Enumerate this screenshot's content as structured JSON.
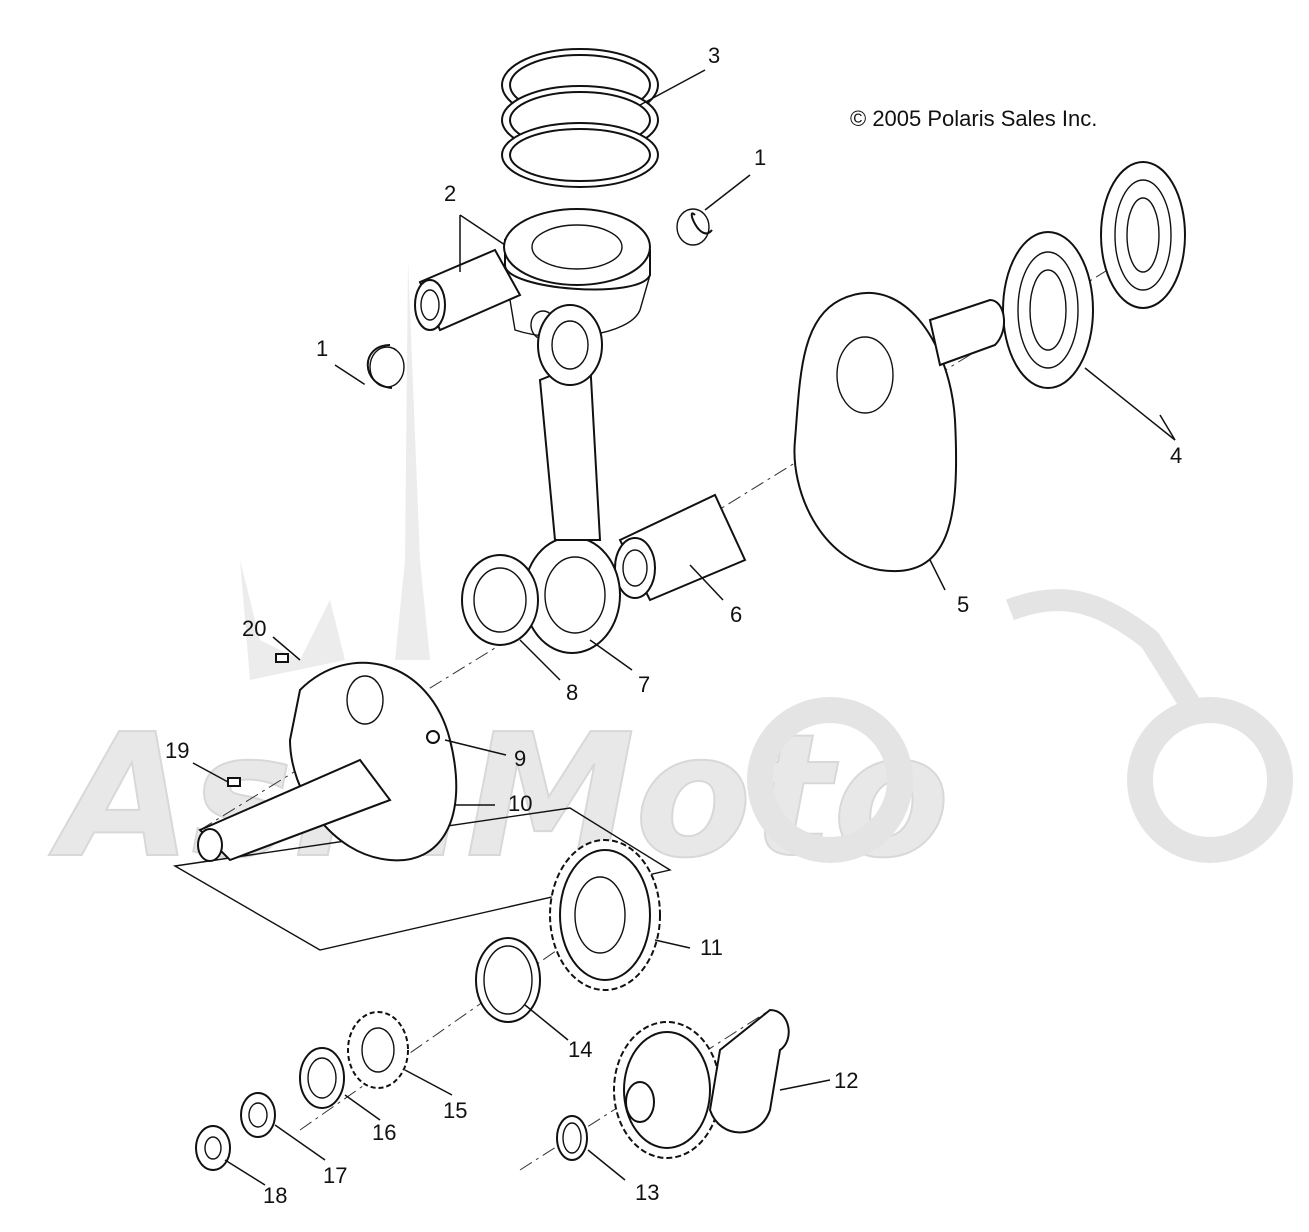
{
  "copyright": "© 2005 Polaris Sales Inc.",
  "watermark": {
    "text": "AsiaMoto",
    "color": "#e3e3e3"
  },
  "callouts": {
    "c1a": "1",
    "c1b": "1",
    "c2": "2",
    "c3": "3",
    "c4": "4",
    "c5": "5",
    "c6": "6",
    "c7": "7",
    "c8": "8",
    "c9": "9",
    "c10": "10",
    "c11": "11",
    "c12": "12",
    "c13": "13",
    "c14": "14",
    "c15": "15",
    "c16": "16",
    "c17": "17",
    "c18": "18",
    "c19": "19",
    "c20": "20"
  },
  "parts": [
    {
      "num": "1",
      "icon": "circlip-icon"
    },
    {
      "num": "2",
      "icon": "piston-icon"
    },
    {
      "num": "3",
      "icon": "piston-ring-set-icon"
    },
    {
      "num": "4",
      "icon": "ball-bearing-icon"
    },
    {
      "num": "5",
      "icon": "crank-half-icon"
    },
    {
      "num": "6",
      "icon": "crank-pin-icon"
    },
    {
      "num": "7",
      "icon": "connecting-rod-icon"
    },
    {
      "num": "8",
      "icon": "needle-bearing-icon"
    },
    {
      "num": "9",
      "icon": "plug-icon"
    },
    {
      "num": "10",
      "icon": "crank-half-icon"
    },
    {
      "num": "11",
      "icon": "drive-gear-icon"
    },
    {
      "num": "12",
      "icon": "balance-shaft-icon"
    },
    {
      "num": "13",
      "icon": "washer-icon"
    },
    {
      "num": "14",
      "icon": "washer-icon"
    },
    {
      "num": "15",
      "icon": "sprocket-icon"
    },
    {
      "num": "16",
      "icon": "nut-icon"
    },
    {
      "num": "17",
      "icon": "washer-icon"
    },
    {
      "num": "18",
      "icon": "hex-nut-icon"
    },
    {
      "num": "19",
      "icon": "key-icon"
    },
    {
      "num": "20",
      "icon": "key-icon"
    }
  ]
}
